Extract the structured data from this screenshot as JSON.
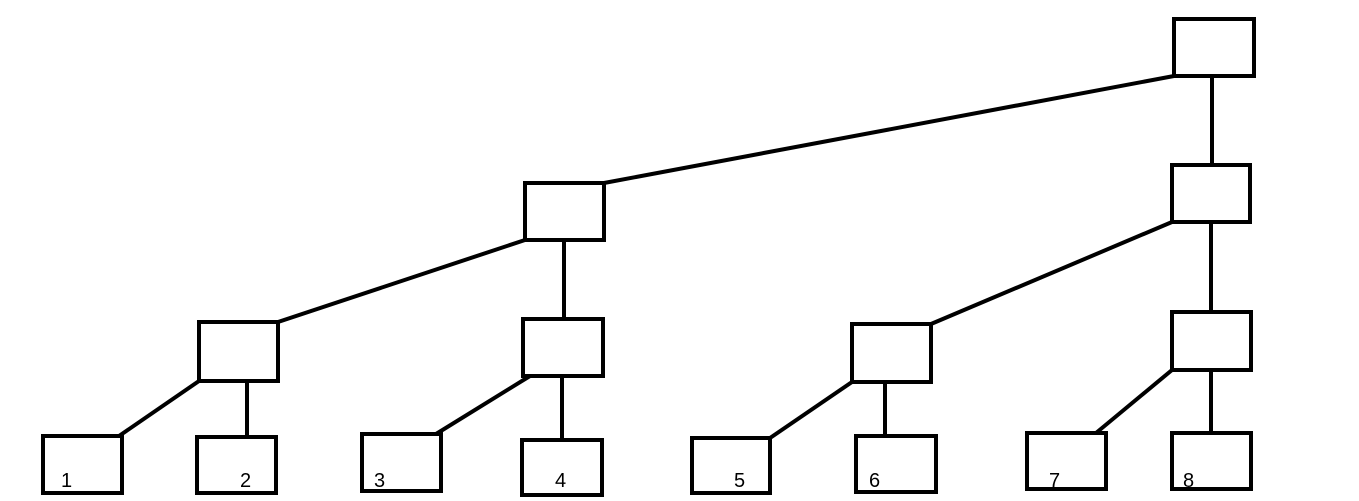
{
  "diagram": {
    "leaf_labels": [
      "1",
      "2",
      "3",
      "4",
      "5",
      "6",
      "7",
      "8"
    ]
  }
}
